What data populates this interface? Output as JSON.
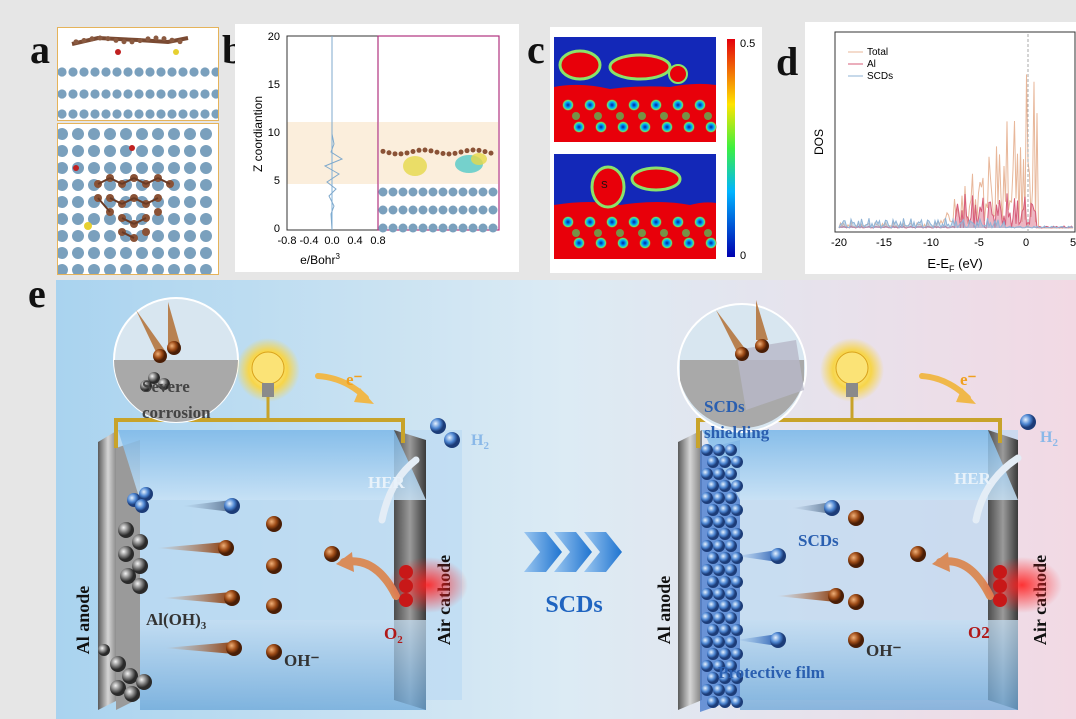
{
  "panel_labels": {
    "a": "a",
    "b": "b",
    "c": "c",
    "d": "d",
    "e": "e"
  },
  "panel_b": {
    "y_label": "Z coordiantion",
    "y_ticks": [
      "20",
      "15",
      "10",
      "5",
      "0"
    ],
    "x_ticks": [
      "-0.8",
      "-0.4",
      "0.0",
      "0.4",
      "0.8"
    ],
    "x_unit_base": "e/Bohr",
    "x_unit_sup": "3"
  },
  "panel_c": {
    "colorbar_max": "0.5",
    "colorbar_min": "0",
    "atom_label": "S"
  },
  "panel_d": {
    "y_label": "DOS",
    "x_label_base": "E-E",
    "x_label_sub": "F",
    "x_label_unit": " (eV)",
    "x_ticks": [
      "-20",
      "-15",
      "-10",
      "-5",
      "0",
      "5"
    ],
    "legend": [
      "Total",
      "Al",
      "SCDs"
    ],
    "colors": {
      "Total": "#e8b79a",
      "Al": "#d75d7a",
      "SCDs": "#8fb3d6"
    }
  },
  "panel_e": {
    "left": {
      "bubble_text_1": "Severe",
      "bubble_text_2": "corrosion",
      "electron": "e⁻",
      "h2_base": "H",
      "h2_sub": "2",
      "her": "HER",
      "anode": "Al anode",
      "cathode": "Air cathode",
      "aloh_base": "Al(OH)",
      "aloh_sub": "3",
      "o2_base": "O",
      "o2_sub": "2",
      "oh": "OH⁻"
    },
    "arrow_label": "SCDs",
    "right": {
      "bubble_text_1": "SCDs",
      "bubble_text_2": "shielding",
      "electron": "e⁻",
      "h2_base": "H",
      "h2_sub": "2",
      "her": "HER",
      "scds": "SCDs",
      "anode": "Al anode",
      "cathode": "Air cathode",
      "o2": "O2",
      "oh": "OH⁻",
      "film": "Protective film"
    }
  }
}
